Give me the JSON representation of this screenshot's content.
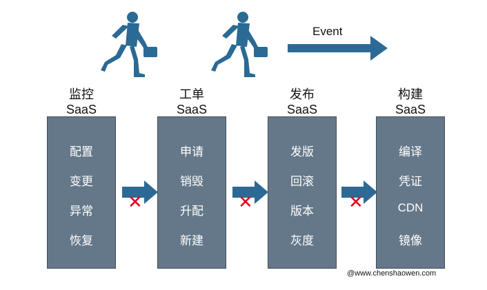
{
  "event": {
    "label": "Event"
  },
  "columns": [
    {
      "title_line1": "监控",
      "title_line2": "SaaS",
      "items": [
        "配置",
        "变更",
        "异常",
        "恢复"
      ]
    },
    {
      "title_line1": "工单",
      "title_line2": "SaaS",
      "items": [
        "申请",
        "销毁",
        "升配",
        "新建"
      ]
    },
    {
      "title_line1": "发布",
      "title_line2": "SaaS",
      "items": [
        "发版",
        "回滚",
        "版本",
        "灰度"
      ]
    },
    {
      "title_line1": "构建",
      "title_line2": "SaaS",
      "items": [
        "编译",
        "凭证",
        "CDN",
        "镜像"
      ]
    }
  ],
  "blocked_marker": "✕",
  "watermark": "@www.chenshaowen.com",
  "colors": {
    "box_fill": "#657889",
    "arrow": "#2c6a95",
    "runner": "#2b6a94",
    "blocked": "#e0001b"
  },
  "icons": [
    "running-businessman-icon",
    "running-businessman-icon",
    "event-arrow-icon",
    "flow-arrow-icon",
    "blocked-x-icon"
  ]
}
